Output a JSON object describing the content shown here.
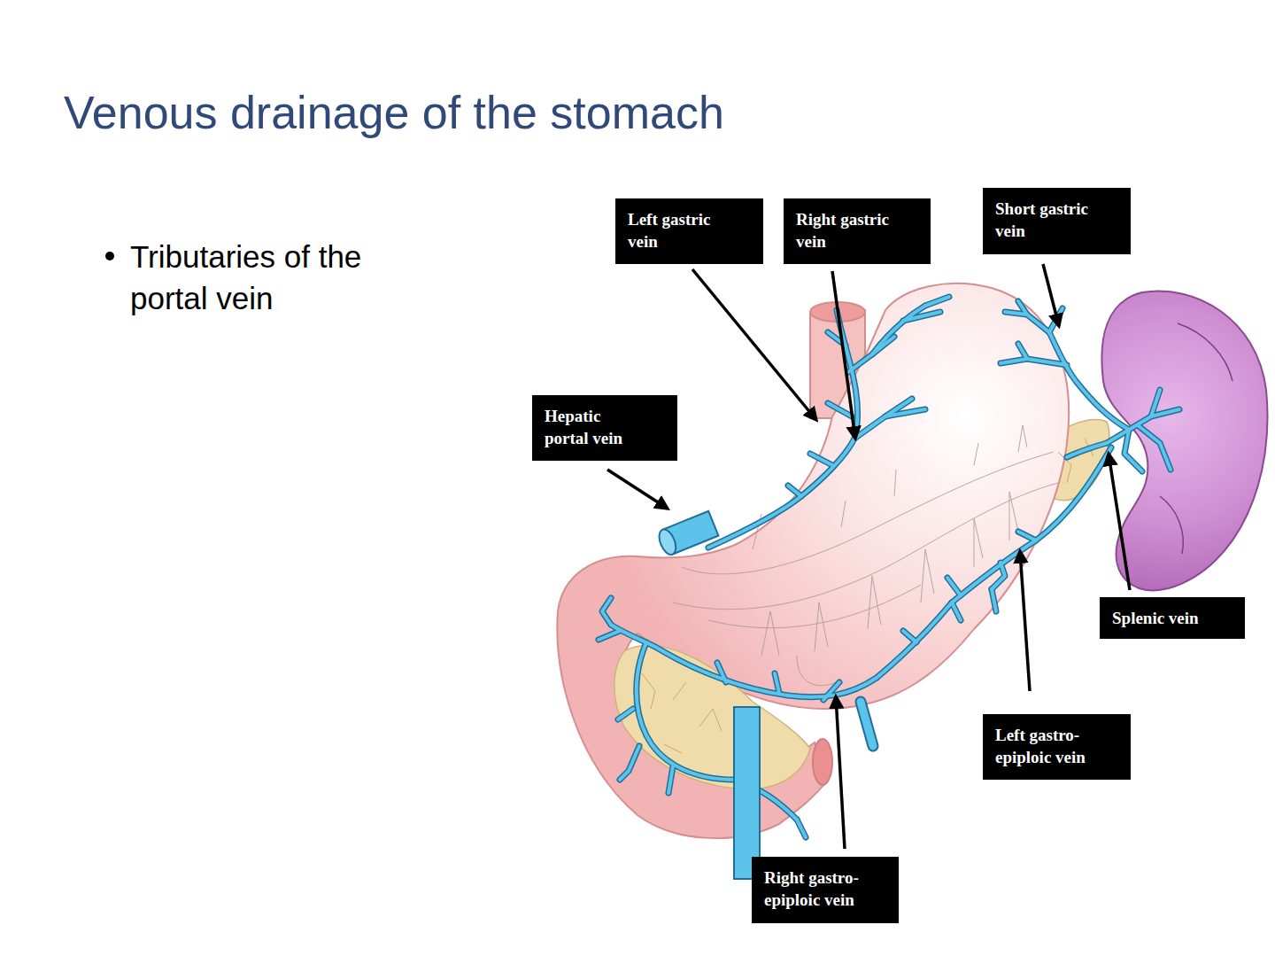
{
  "diagram": {
    "title": "Venous drainage of the stomach",
    "nodes": [
      {
        "text": [
          "Left gastric vein"
        ]
      },
      {
        "text": [
          "Right gastric vein"
        ]
      },
      {
        "text": [
          "Short gastric vein"
        ]
      },
      {
        "text": [
          "Hepatic portal vein"
        ]
      },
      {
        "text": [
          "Splenic vein"
        ]
      },
      {
        "text": [
          "Left gastro- epiploic vein"
        ]
      },
      {
        "text": [
          "Right gastro- epiploic vein"
        ]
      }
    ],
    "labels": [
      "Tributaries of the portal vein"
    ]
  }
}
